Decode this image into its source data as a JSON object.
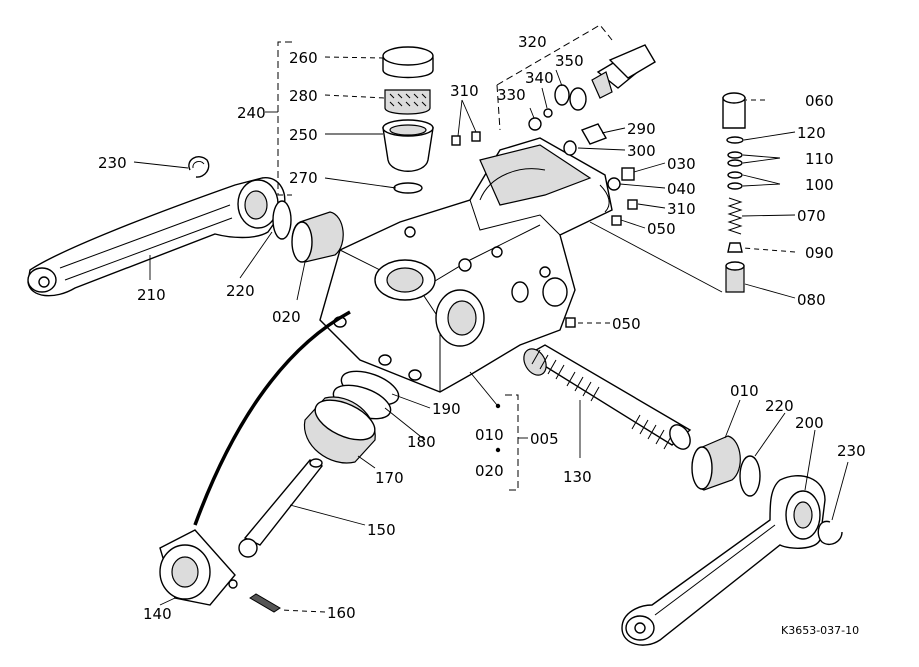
{
  "diagram": {
    "reference_code": "K3653-037-10",
    "callouts": {
      "c260": "260",
      "c280": "280",
      "c250": "250",
      "c240": "240",
      "c270": "270",
      "c230a": "230",
      "c210": "210",
      "c220a": "220",
      "c020a": "020",
      "c320": "320",
      "c350": "350",
      "c340": "340",
      "c330": "330",
      "c310a": "310",
      "c290": "290",
      "c300": "300",
      "c030": "030",
      "c040": "040",
      "c310b": "310",
      "c050a": "050",
      "c050b": "050",
      "c060": "060",
      "c120": "120",
      "c110": "110",
      "c100": "100",
      "c070": "070",
      "c090": "090",
      "c080": "080",
      "c190": "190",
      "c180": "180",
      "c170": "170",
      "c150": "150",
      "c140": "140",
      "c160": "160",
      "c010a": "010",
      "c005": "005",
      "c020b": "020",
      "c130": "130",
      "c010b": "010",
      "c220b": "220",
      "c200": "200",
      "c230b": "230"
    }
  }
}
